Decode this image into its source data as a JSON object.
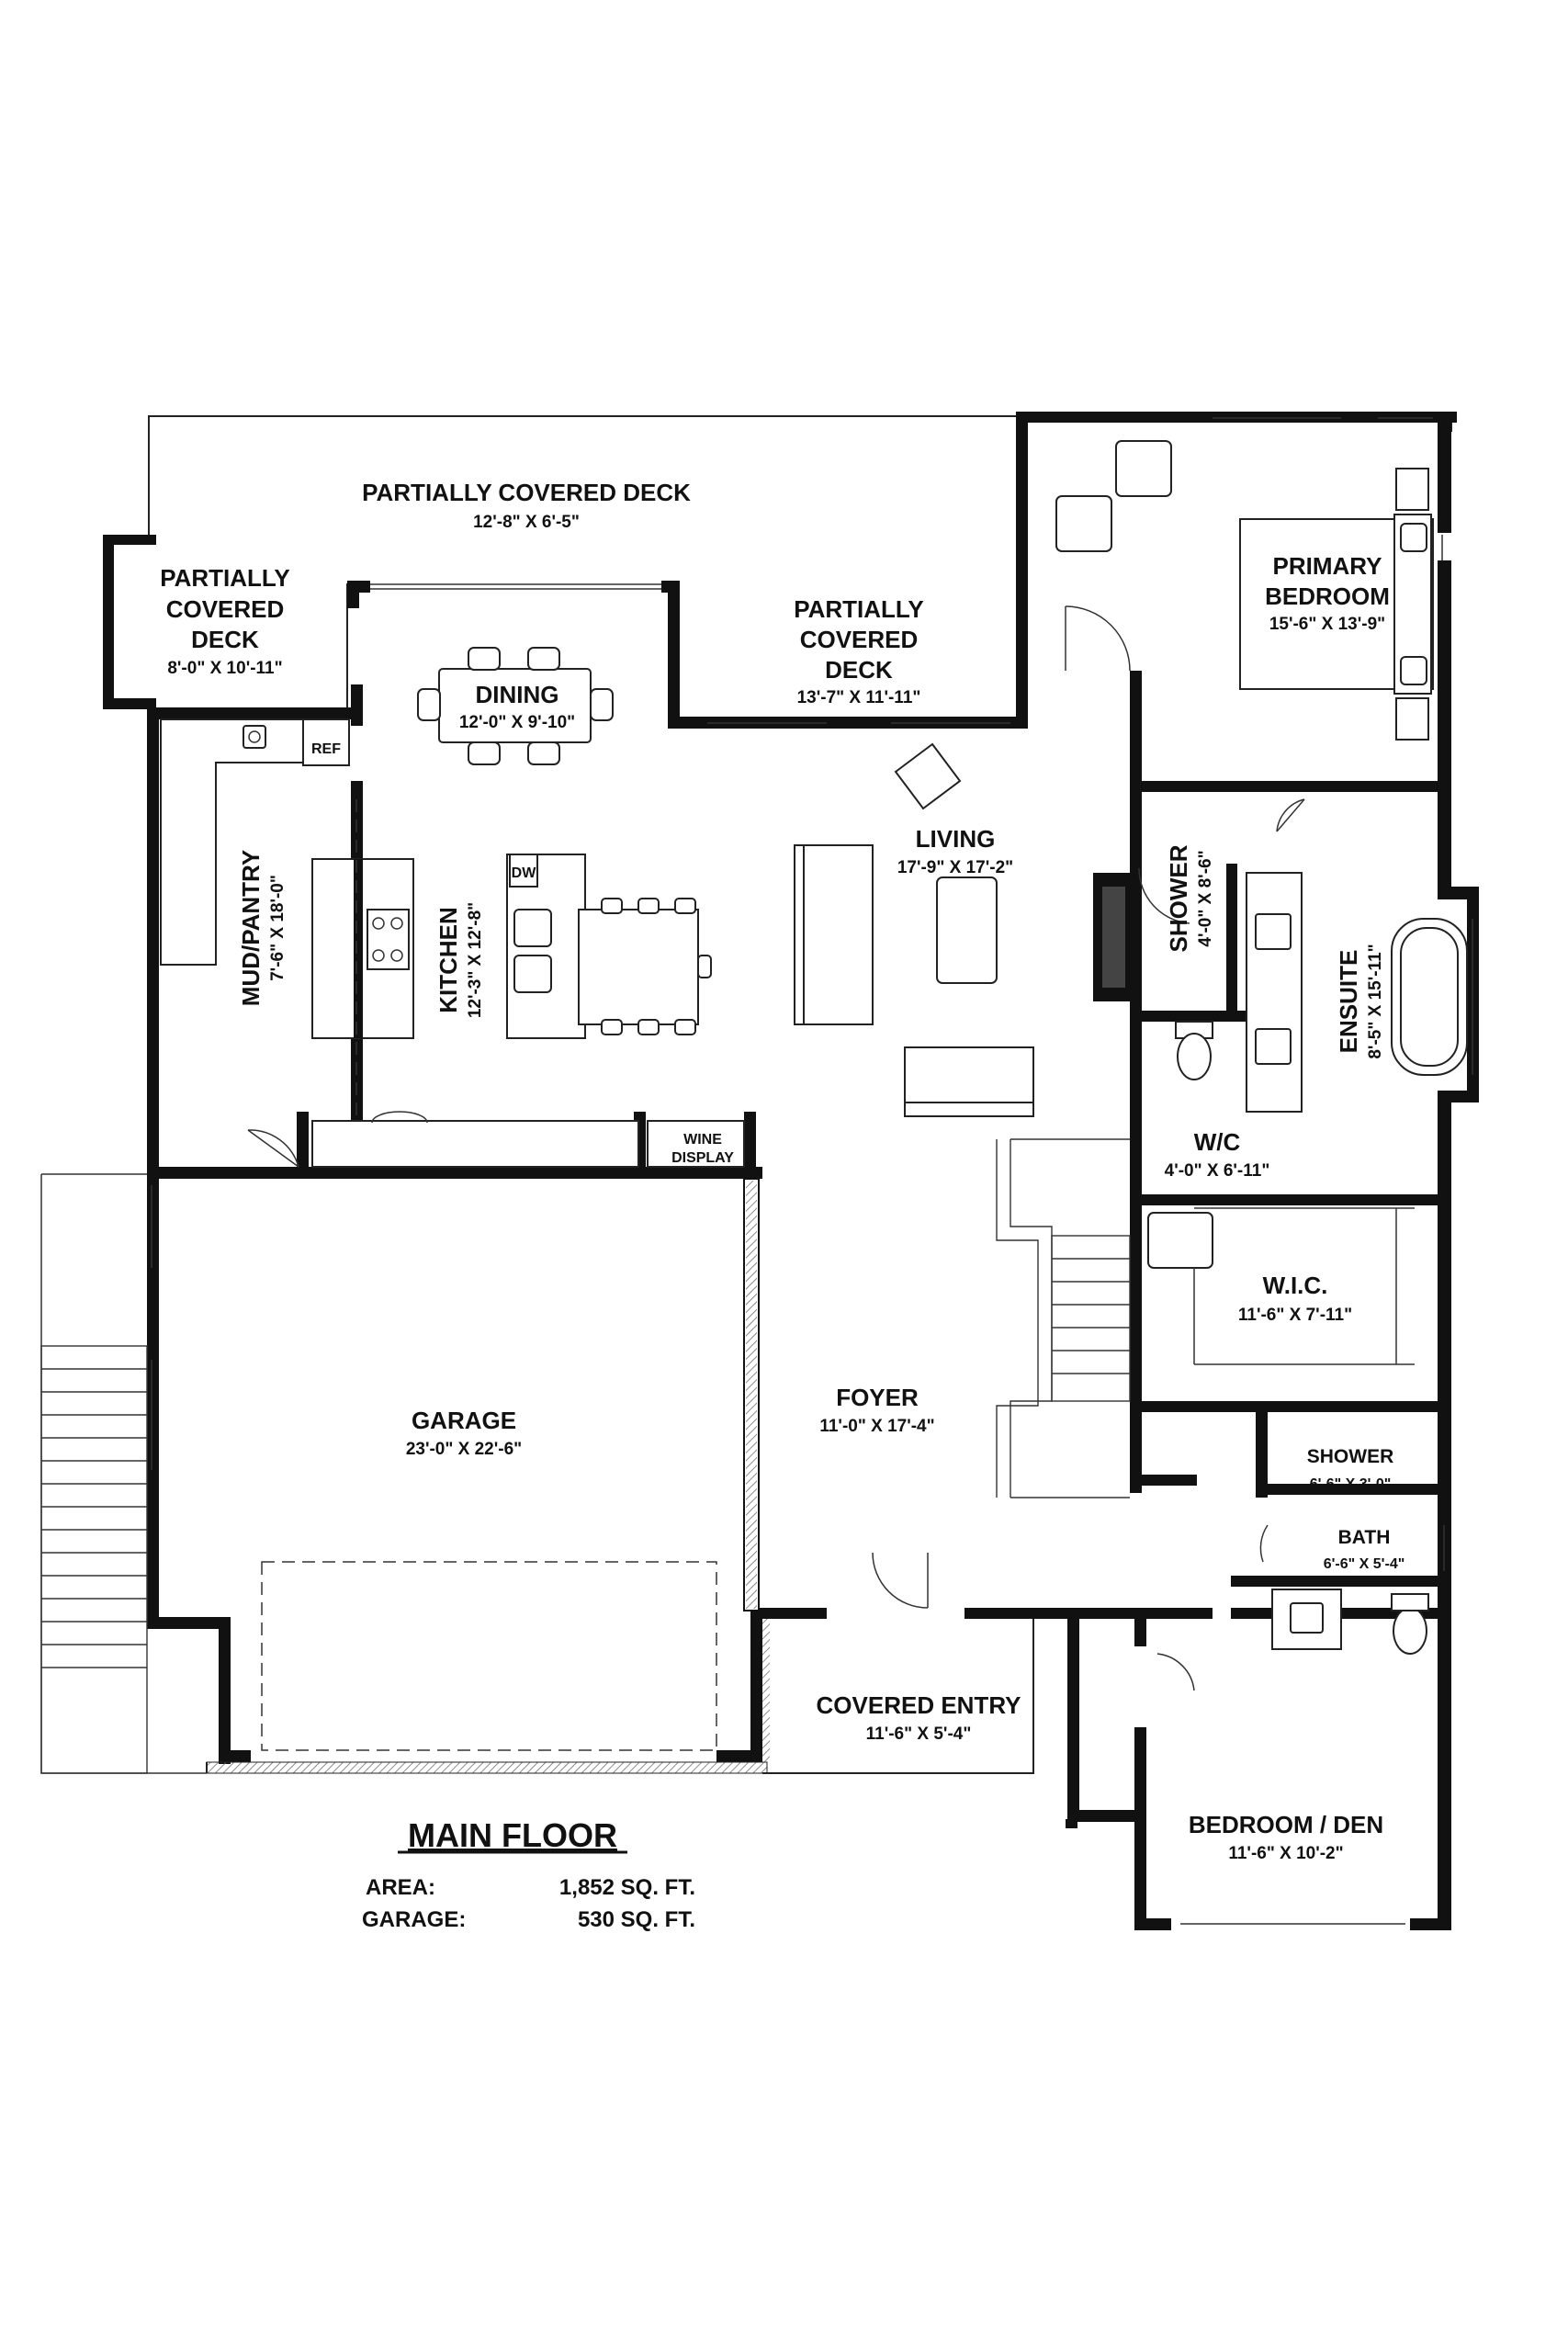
{
  "rooms": {
    "deck_top": {
      "name": "PARTIALLY COVERED DECK",
      "dims": "12'-8\" X 6'-5\""
    },
    "deck_left": {
      "name_1": "PARTIALLY",
      "name_2": "COVERED",
      "name_3": "DECK",
      "dims": "8'-0\" X 10'-11\""
    },
    "deck_mid": {
      "name_1": "PARTIALLY",
      "name_2": "COVERED",
      "name_3": "DECK",
      "dims": "13'-7\" X 11'-11\""
    },
    "dining": {
      "name": "DINING",
      "dims": "12'-0\" X 9'-10\""
    },
    "primary_bedroom": {
      "name_1": "PRIMARY",
      "name_2": "BEDROOM",
      "dims": "15'-6\" X 13'-9\""
    },
    "living": {
      "name": "LIVING",
      "dims": "17'-9\" X 17'-2\""
    },
    "mud_pantry": {
      "name": "MUD/PANTRY",
      "dims": "7'-6\" X 18'-0\""
    },
    "kitchen": {
      "name": "KITCHEN",
      "dims": "12'-3\" X 12'-8\""
    },
    "shower_primary": {
      "name": "SHOWER",
      "dims": "4'-0\" X 8'-6\""
    },
    "ensuite": {
      "name": "ENSUITE",
      "dims": "8'-5\" X 15'-11\""
    },
    "wc": {
      "name": "W/C",
      "dims": "4'-0\" X 6'-11\""
    },
    "wine_display": {
      "name_1": "WINE",
      "name_2": "DISPLAY"
    },
    "wic": {
      "name": "W.I.C.",
      "dims": "11'-6\" X 7'-11\""
    },
    "garage": {
      "name": "GARAGE",
      "dims": "23'-0\" X 22'-6\""
    },
    "foyer": {
      "name": "FOYER",
      "dims": "11'-0\" X 17'-4\""
    },
    "shower_bath": {
      "name": "SHOWER",
      "dims": "6'-6\" X 3'-0\""
    },
    "bath": {
      "name": "BATH",
      "dims": "6'-6\" X 5'-4\""
    },
    "covered_entry": {
      "name": "COVERED ENTRY",
      "dims": "11'-6\" X 5'-4\""
    },
    "bedroom_den": {
      "name": "BEDROOM / DEN",
      "dims": "11'-6\" X 10'-2\""
    }
  },
  "fixture_tags": {
    "fridge": "REF",
    "dishwasher": "DW"
  },
  "summary": {
    "title": "MAIN FLOOR",
    "area_label": "AREA:",
    "area_value": "1,852 SQ. FT.",
    "garage_label": "GARAGE:",
    "garage_value": "530 SQ. FT."
  }
}
